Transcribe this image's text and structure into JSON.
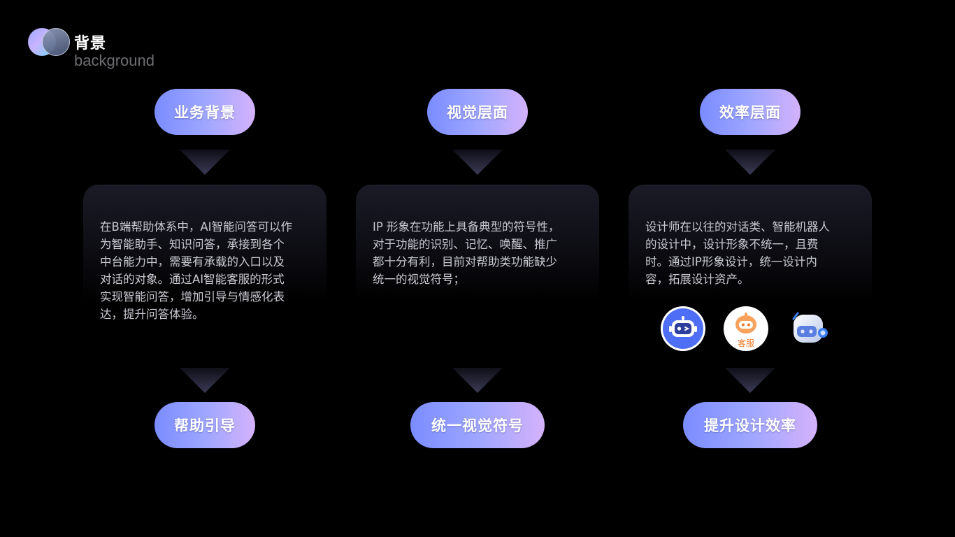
{
  "header": {
    "title": "背景",
    "subtitle": "background"
  },
  "columns": [
    {
      "top_label": "业务背景",
      "description": "在B端帮助体系中，AI智能问答可以作\n为智能助手、知识问答，承接到各个\n中台能力中，需要有承载的入口以及\n对话的对象。通过AI智能客服的形式\n实现智能问答，增加引导与情感化表\n达，提升问答体验。",
      "bottom_label": "帮助引导"
    },
    {
      "top_label": "视觉层面",
      "description": "IP 形象在功能上具备典型的符号性，\n对于功能的识别、记忆、唤醒、推广\n都十分有利，目前对帮助类功能缺少\n统一的视觉符号；",
      "bottom_label": "统一视觉符号"
    },
    {
      "top_label": "效率层面",
      "description": "设计师在以往的对话类、智能机器人\n的设计中，设计形象不统一，且费\n时。通过IP形象设计，统一设计内\n容，拓展设计资产。",
      "bottom_label": "提升设计效率",
      "avatars": [
        {
          "icon": "blue-robot-face-icon"
        },
        {
          "icon": "orange-service-robot-icon",
          "label": "客服"
        },
        {
          "icon": "white-3d-robot-head-icon"
        }
      ]
    }
  ],
  "colors": {
    "background": "#000000",
    "pill_gradient_start": "#7a8cff",
    "pill_gradient_end": "#d4b2fb",
    "card_top": "#1b1b27",
    "text": "#c9c9d2"
  }
}
